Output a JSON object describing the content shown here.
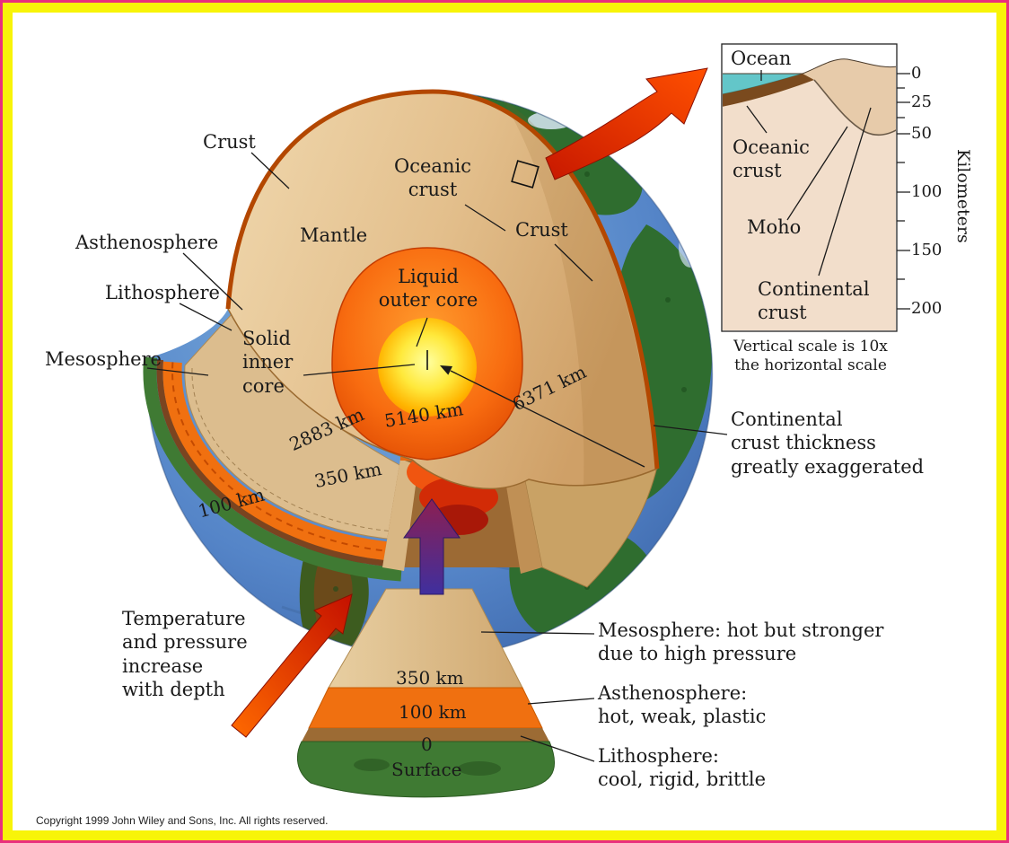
{
  "labels": {
    "crust_left": "Crust",
    "oceanic_crust": "Oceanic\ncrust",
    "mantle": "Mantle",
    "crust_right": "Crust",
    "asthenosphere": "Asthenosphere",
    "lithosphere": "Lithosphere",
    "mesosphere": "Mesosphere",
    "solid_inner_core": "Solid\ninner\ncore",
    "liquid_outer_core": "Liquid\nouter core",
    "depth_5140": "5140 km",
    "depth_2883": "2883 km",
    "depth_350": "350 km",
    "depth_100": "100 km",
    "radius_6371": "6371 km",
    "continental_note": "Continental\ncrust thickness\ngreatly exaggerated",
    "temperature_note": "Temperature\nand pressure\nincrease\nwith depth"
  },
  "inset": {
    "ocean": "Ocean",
    "oceanic_crust": "Oceanic\ncrust",
    "moho": "Moho",
    "continental_crust": "Continental\ncrust",
    "axis_label": "Kilometers",
    "ticks": [
      "0",
      "25",
      "50",
      "100",
      "150",
      "200"
    ],
    "caption": "Vertical scale is 10x\nthe horizontal scale"
  },
  "wedge": {
    "depth_350": "350 km",
    "depth_100": "100 km",
    "depth_0": "0",
    "surface": "Surface",
    "mesosphere_note": "Mesosphere: hot but stronger\ndue to high pressure",
    "asthenosphere_note": "Asthenosphere:\nhot, weak, plastic",
    "lithosphere_note": "Lithosphere:\ncool, rigid, brittle"
  },
  "colors": {
    "frame_border": "#f8f409",
    "mantle_tan": "#e3bf8c",
    "asthenosphere_orange": "#f07010",
    "outer_core_orange": "#f86c10",
    "inner_core_yellow": "#ffe93c",
    "ocean_blue": "#5585c8",
    "land_green": "#2f6d2f"
  },
  "copyright": "Copyright 1999 John Wiley and Sons, Inc. All rights reserved."
}
